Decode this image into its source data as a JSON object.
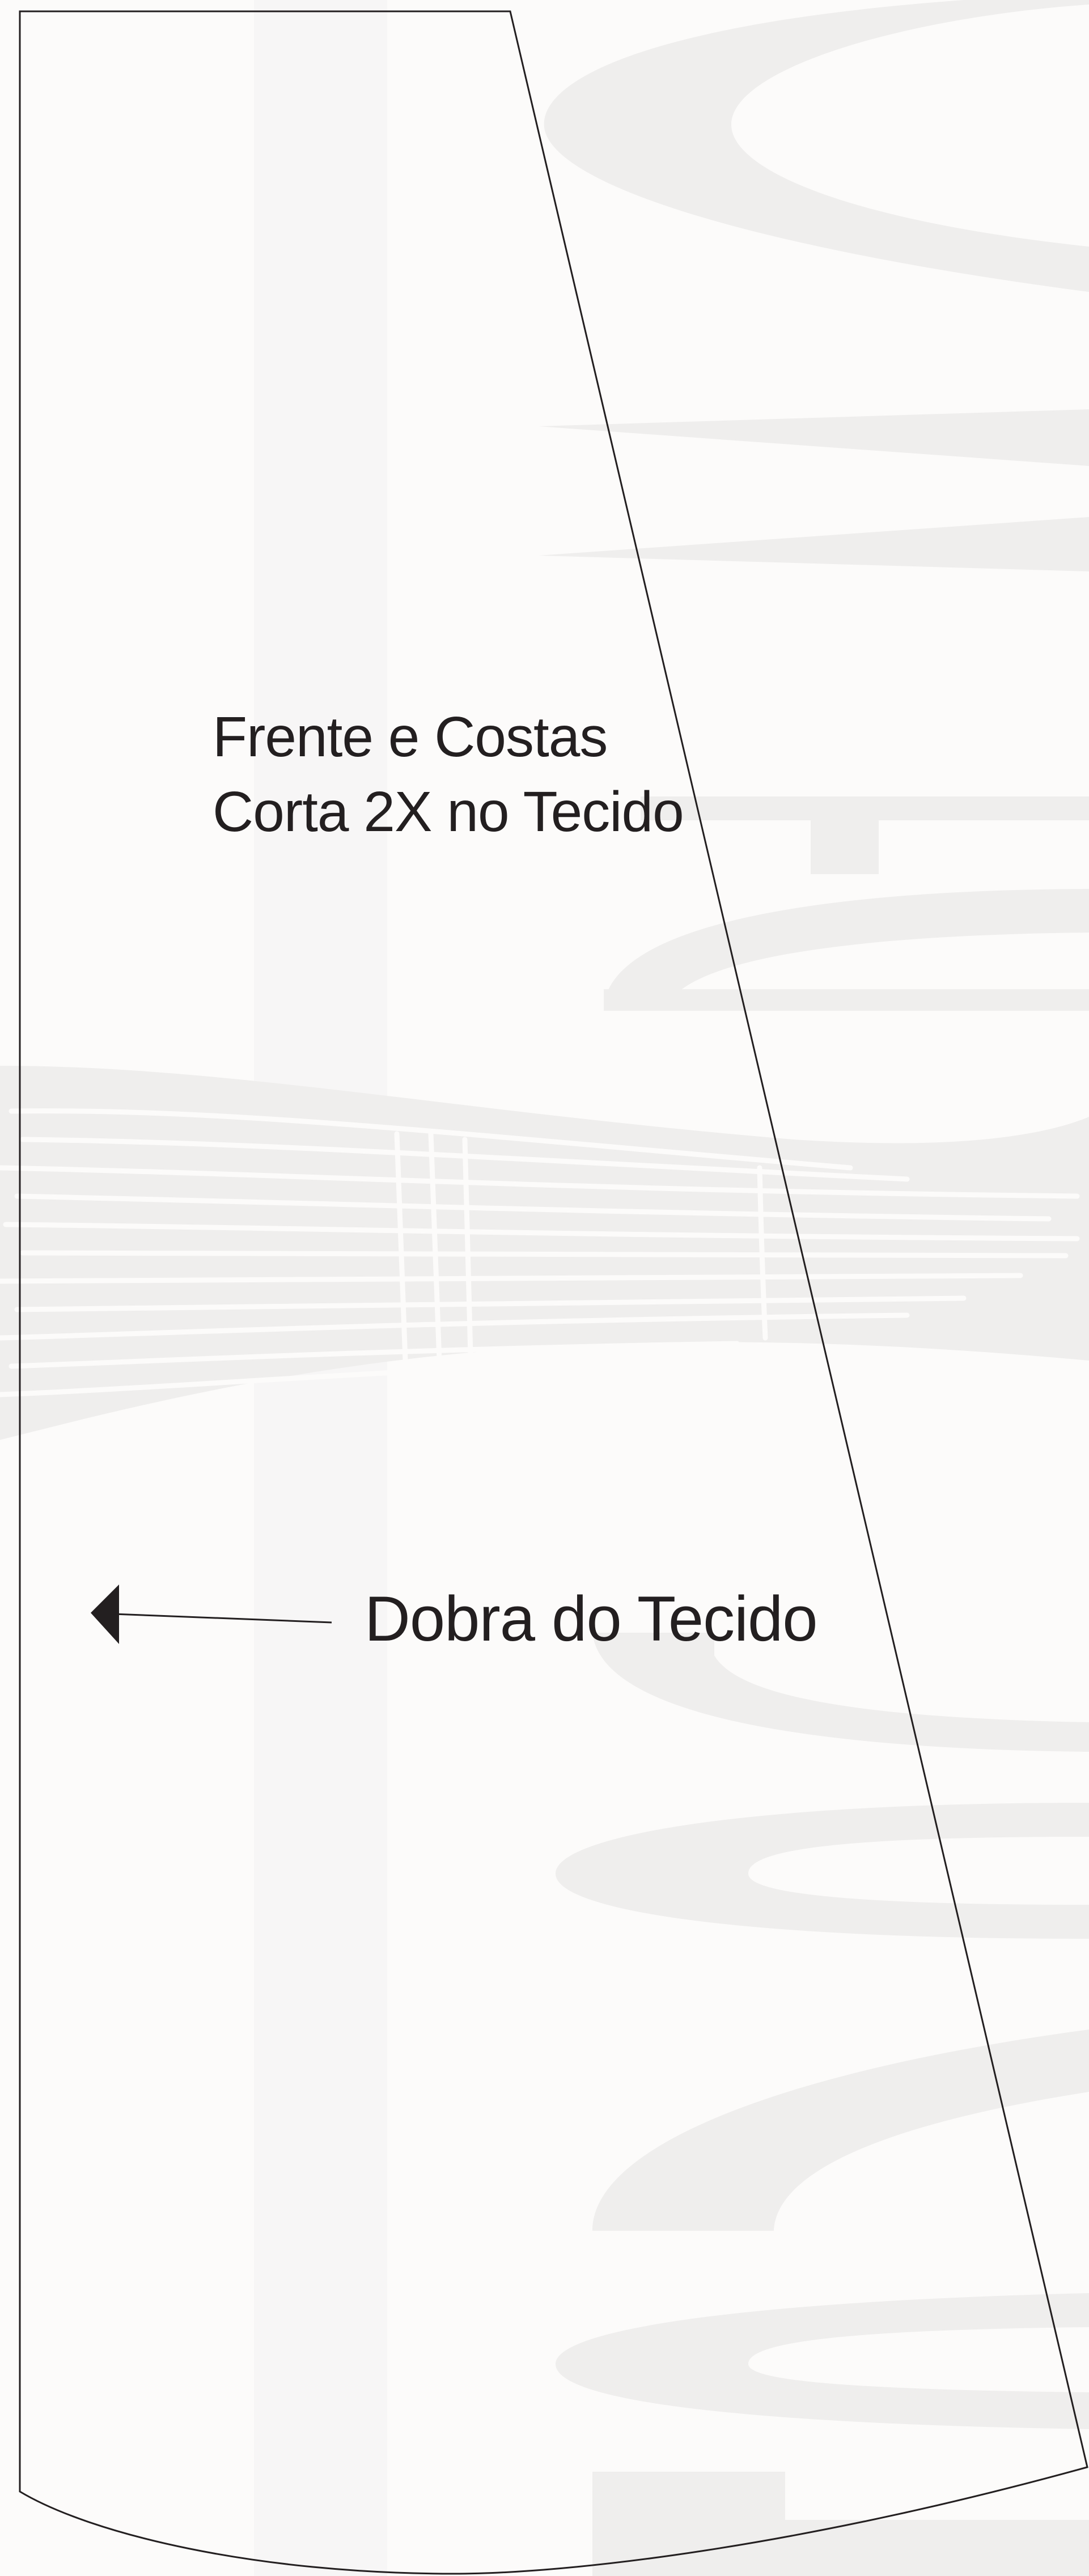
{
  "pattern_piece": {
    "title_line_1": "Frente e Costas",
    "title_line_2": "Corta 2X no Tecido"
  },
  "fold_marker": {
    "label": "Dobra do Tecido",
    "icon": "arrow-left-icon"
  },
  "colors": {
    "background": "#fcfbfa",
    "watermark": "#f1f0ef",
    "outline": "#231f20",
    "text": "#231f20"
  }
}
